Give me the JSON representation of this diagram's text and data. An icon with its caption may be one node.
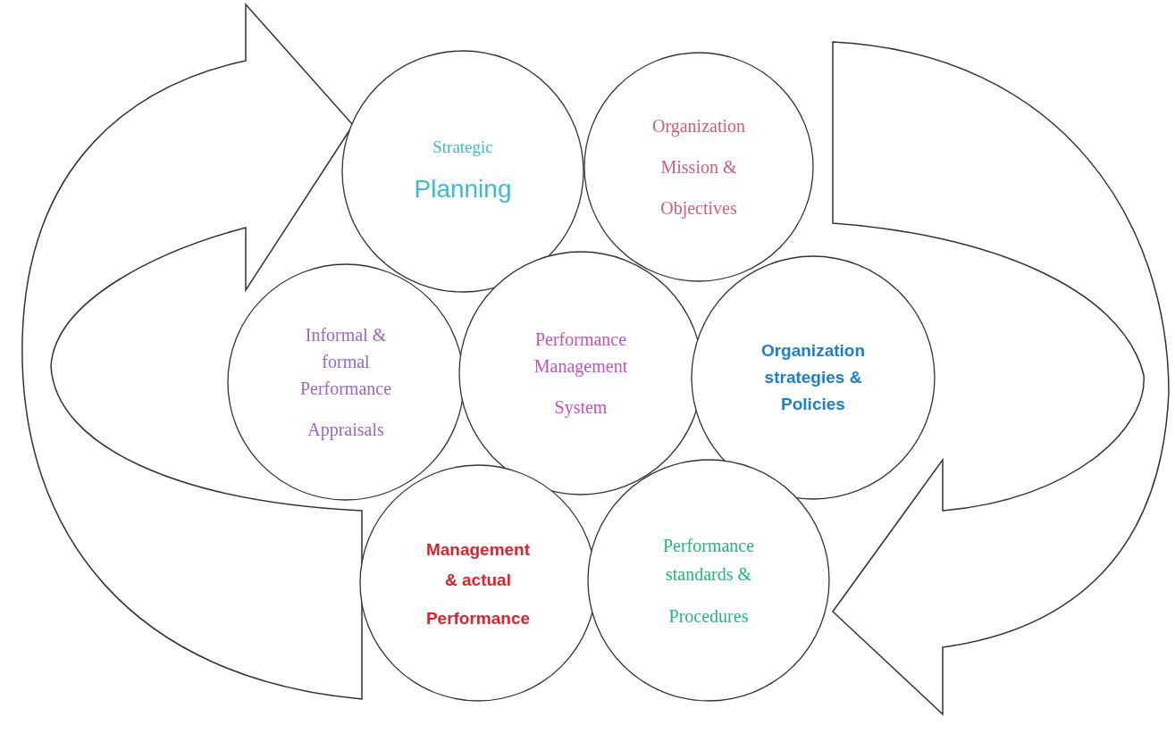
{
  "diagram": {
    "nodes": [
      {
        "text": [
          "Strategic",
          "Planning"
        ]
      },
      {
        "text": [
          "Organization",
          "Mission &",
          "Objectives"
        ]
      },
      {
        "text": [
          "Informal & formal Performance",
          "Appraisals"
        ]
      },
      {
        "text": [
          "Performance Management",
          "System"
        ]
      },
      {
        "text": [
          "Organization strategies & Policies"
        ]
      },
      {
        "text": [
          "Management & actual",
          "Performance"
        ]
      },
      {
        "text": [
          "Performance standards &",
          "Procedures"
        ]
      }
    ],
    "edges": [
      {
        "from": 5,
        "to": 0,
        "arrow": "to",
        "style": "thick"
      },
      {
        "from": 1,
        "to": 6,
        "arrow": "to",
        "style": "thick"
      }
    ]
  }
}
